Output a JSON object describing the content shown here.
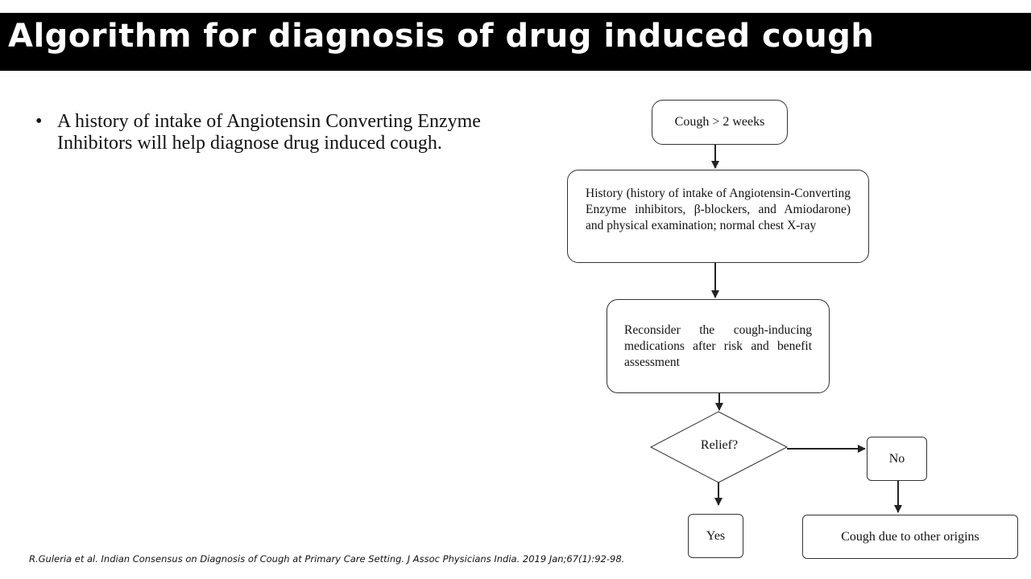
{
  "slide": {
    "title": "Algorithm for diagnosis of drug induced cough",
    "bullet": "A history of intake of Angiotensin Converting Enzyme Inhibitors will help diagnose drug induced cough.",
    "citation": "R.Guleria et al. Indian Consensus on Diagnosis of Cough at Primary Care Setting. J Assoc Physicians India. 2019 Jan;67(1):92-98."
  },
  "flowchart": {
    "start": "Cough > 2 weeks",
    "history": "History (history of intake of Angiotensin-Converting Enzyme inhibitors, β-blockers, and Amiodarone) and physical examination; normal chest X-ray",
    "reconsider": "Reconsider the cough-inducing medications after risk and benefit assessment",
    "decision": "Relief?",
    "no": "No",
    "yes": "Yes",
    "other": "Cough due to other origins"
  }
}
